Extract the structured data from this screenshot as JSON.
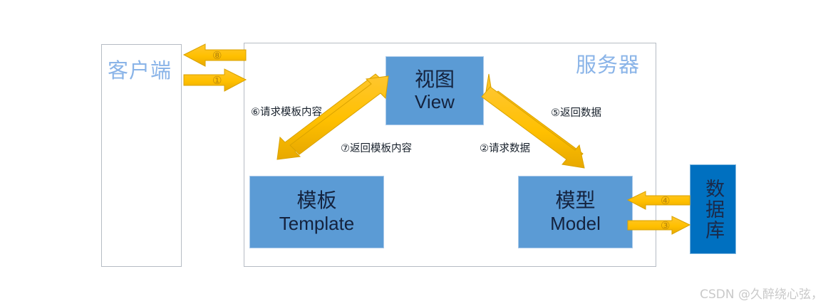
{
  "diagram": {
    "title_client": "客户端",
    "title_server": "服务器",
    "colors": {
      "component_fill": "#5B9BD5",
      "database_fill": "#0070C0",
      "arrow_fill": "#FFC000",
      "container_border": "#B6BCC4",
      "container_label": "#8AB4E8"
    },
    "containers": [
      {
        "name": "client",
        "label": "客户端"
      },
      {
        "name": "server",
        "label": "服务器"
      }
    ],
    "nodes": [
      {
        "name": "view",
        "cn": "视图",
        "en": "View"
      },
      {
        "name": "template",
        "cn": "模板",
        "en": "Template"
      },
      {
        "name": "model",
        "cn": "模型",
        "en": "Model"
      },
      {
        "name": "database",
        "cn": "数据库",
        "en": ""
      }
    ],
    "flows": [
      {
        "num": "①",
        "label": "",
        "from": "client",
        "to": "server"
      },
      {
        "num": "②",
        "label": "②请求数据",
        "from": "view",
        "to": "model"
      },
      {
        "num": "③",
        "label": "",
        "from": "model",
        "to": "database"
      },
      {
        "num": "④",
        "label": "",
        "from": "database",
        "to": "model"
      },
      {
        "num": "⑤",
        "label": "⑤返回数据",
        "from": "model",
        "to": "view"
      },
      {
        "num": "⑥",
        "label": "⑥请求模板内容",
        "from": "view",
        "to": "template"
      },
      {
        "num": "⑦",
        "label": "⑦返回模板内容",
        "from": "template",
        "to": "view"
      },
      {
        "num": "⑧",
        "label": "",
        "from": "server",
        "to": "client"
      }
    ],
    "arrow_numbers": {
      "n1": "①",
      "n2": "②",
      "n3": "③",
      "n4": "④",
      "n5": "⑤",
      "n6": "⑥",
      "n7": "⑦",
      "n8": "⑧"
    },
    "arrow_labels": {
      "request_template": "⑥请求模板内容",
      "return_template": "⑦返回模板内容",
      "request_data": "②请求数据",
      "return_data": "⑤返回数据"
    },
    "watermark": "CSDN @久醉绕心弦，"
  }
}
